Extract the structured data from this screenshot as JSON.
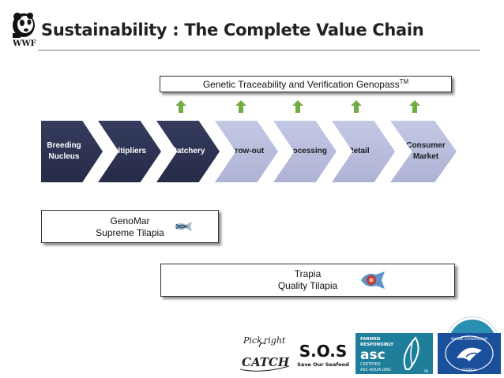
{
  "header": {
    "title": "Sustainability : The Complete Value Chain",
    "logo_text": "WWF"
  },
  "genopass": {
    "label": "Genetic Traceability and Verification Genopass",
    "sup": "TM"
  },
  "chain": {
    "stages": [
      {
        "line1": "Breeding",
        "line2": "Nucleus",
        "style": "dark"
      },
      {
        "line1": "Multipliers",
        "line2": "",
        "style": "dark"
      },
      {
        "line1": "Hatchery",
        "line2": "",
        "style": "dark"
      },
      {
        "line1": "Grow-out",
        "line2": "",
        "style": "light"
      },
      {
        "line1": "Processing",
        "line2": "",
        "style": "light"
      },
      {
        "line1": "Retail",
        "line2": "",
        "style": "light"
      },
      {
        "line1": "Consumer",
        "line2": "Market",
        "style": "light"
      }
    ],
    "colors": {
      "dark": "#2b3050",
      "light": "#b8bddc",
      "arrow": "#70ad47"
    }
  },
  "genomar": {
    "line1": "GenoMar",
    "line2": "Supreme Tilapia"
  },
  "trapia": {
    "line1": "Trapia",
    "line2": "Quality Tilapia"
  },
  "logos": {
    "pickright": {
      "line1": "Pick",
      "line2": "right",
      "line3": "CATCH"
    },
    "sos": {
      "title": "S.O.S",
      "subtitle": "Save Our Seafood"
    },
    "asc": {
      "line1": "FARMED",
      "line2": "RESPONSIBLY",
      "brand": "asc",
      "line3": "CERTIFIED",
      "line4": "ASC-AQUA.ORG",
      "tm": "TM"
    },
    "msc": {
      "ring_top": "MARINE STEWARDSHIP",
      "ring_bottom": "COUNCIL"
    }
  }
}
